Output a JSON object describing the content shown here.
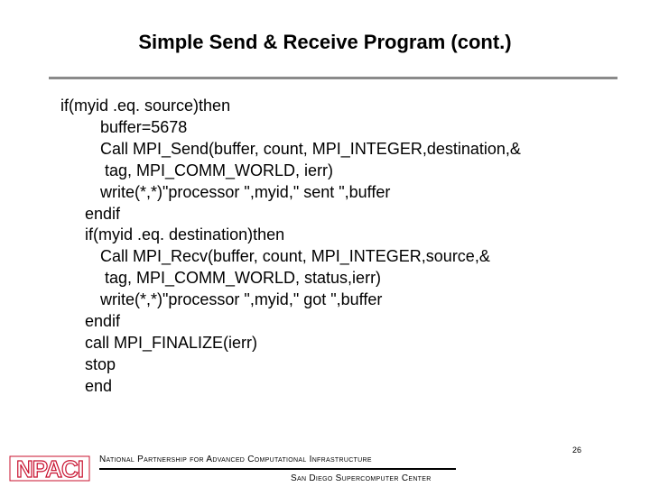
{
  "slide": {
    "title": "Simple Send & Receive Program (cont.)",
    "page_number": "26"
  },
  "code_lines": [
    "if(myid .eq. source)then",
    "   buffer=5678",
    "   Call MPI_Send(buffer, count, MPI_INTEGER,destination,&",
    "    tag, MPI_COMM_WORLD, ierr)",
    "   write(*,*)\"processor \",myid,\" sent \",buffer",
    " endif",
    " if(myid .eq. destination)then",
    "   Call MPI_Recv(buffer, count, MPI_INTEGER,source,&",
    "    tag, MPI_COMM_WORLD, status,ierr)",
    "   write(*,*)\"processor \",myid,\" got \",buffer",
    " endif",
    " call MPI_FINALIZE(ierr)",
    " stop",
    " end"
  ],
  "footer": {
    "npaci": "National Partnership for Advanced Computational Infrastructure",
    "sdsc": "San Diego Supercomputer Center",
    "logo_text": "NPACI"
  },
  "colors": {
    "logo_red": "#c8102e",
    "rule_gray": "#8a8a8a"
  }
}
